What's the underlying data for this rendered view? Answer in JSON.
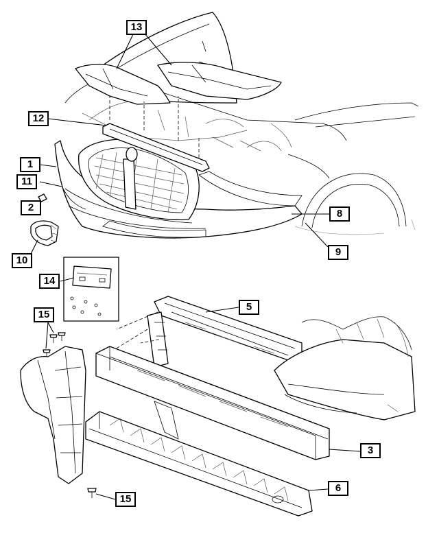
{
  "callouts": {
    "c1": "1",
    "c2": "2",
    "c3": "3",
    "c5": "5",
    "c6": "6",
    "c8": "8",
    "c9": "9",
    "c10": "10",
    "c11": "11",
    "c12": "12",
    "c13": "13",
    "c14": "14",
    "c15a": "15",
    "c15b": "15"
  }
}
